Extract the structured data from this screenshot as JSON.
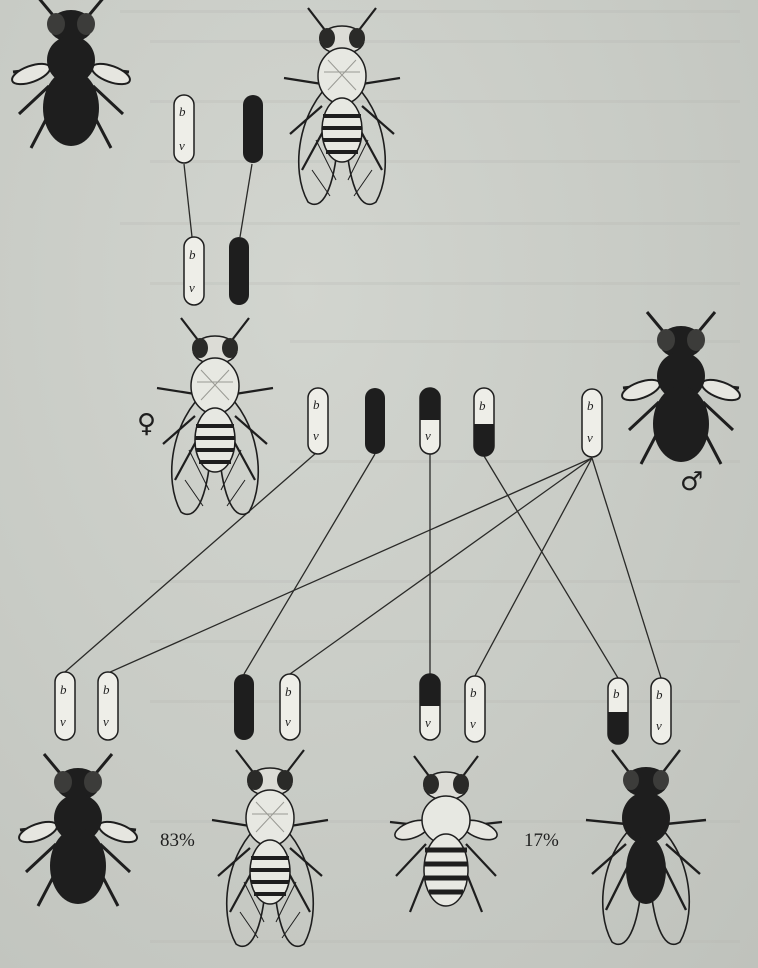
{
  "labels": {
    "female": "♀",
    "male": "♂",
    "pct_left": "83%",
    "pct_right": "17%"
  },
  "alleles": {
    "b": "b",
    "v": "v"
  },
  "colors": {
    "paper": "#c9ccc6",
    "ink": "#1e1e1e",
    "wild_body": "#e7e8e2"
  }
}
